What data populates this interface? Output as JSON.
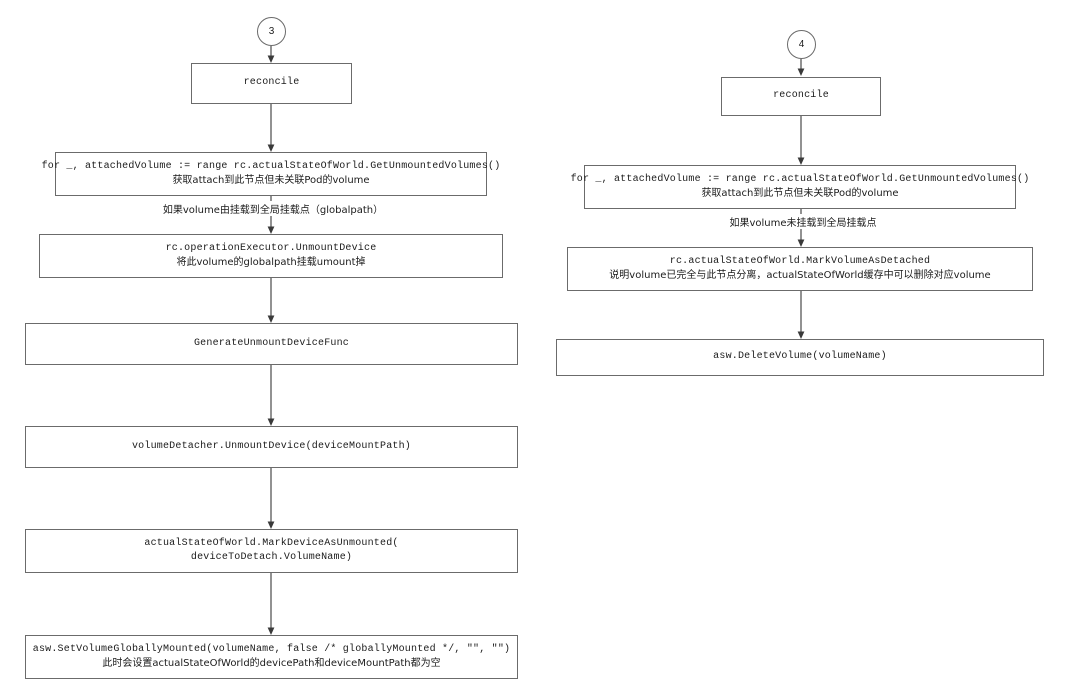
{
  "diagram": {
    "title": "Kubernetes kubelet volume reconcile flow (unmount / detach paths)",
    "stroke_color": "#6b6b6b",
    "arrow_color": "#3a3a3a",
    "background": "#ffffff"
  },
  "columns": [
    {
      "id": "column-3",
      "marker": "3",
      "nodes": [
        {
          "id": "reconcile-3",
          "lines": [
            {
              "text": "reconcile",
              "script": "mono"
            }
          ]
        },
        {
          "id": "for-range-3",
          "lines": [
            {
              "text": "for _, attachedVolume := range rc.actualStateOfWorld.GetUnmountedVolumes()",
              "script": "mono"
            },
            {
              "text": "获取attach到此节点但未关联Pod的volume",
              "script": "cjk"
            }
          ]
        },
        {
          "id": "unmount-device-3",
          "lines": [
            {
              "text": "rc.operationExecutor.UnmountDevice",
              "script": "mono"
            },
            {
              "text": "将此volume的globalpath挂载umount掉",
              "script": "cjk"
            }
          ]
        },
        {
          "id": "generate-unmount-device-func",
          "lines": [
            {
              "text": "GenerateUnmountDeviceFunc",
              "script": "mono"
            }
          ]
        },
        {
          "id": "volume-detacher-unmount-device",
          "lines": [
            {
              "text": "volumeDetacher.UnmountDevice(deviceMountPath)",
              "script": "mono"
            }
          ]
        },
        {
          "id": "mark-device-as-unmounted",
          "lines": [
            {
              "text": "actualStateOfWorld.MarkDeviceAsUnmounted(",
              "script": "mono"
            },
            {
              "text": "deviceToDetach.VolumeName)",
              "script": "mono"
            }
          ]
        },
        {
          "id": "set-volume-globally-mounted",
          "lines": [
            {
              "text": "asw.SetVolumeGloballyMounted(volumeName, false /* globallyMounted */, \"\", \"\")",
              "script": "mono"
            },
            {
              "text": "此时会设置actualStateOfWorld的devicePath和deviceMountPath都为空",
              "script": "cjk"
            }
          ]
        }
      ],
      "edge_labels": [
        {
          "id": "edge-label-3",
          "text": "如果volume由挂载到全局挂载点（globalpath）"
        }
      ]
    },
    {
      "id": "column-4",
      "marker": "4",
      "nodes": [
        {
          "id": "reconcile-4",
          "lines": [
            {
              "text": "reconcile",
              "script": "mono"
            }
          ]
        },
        {
          "id": "for-range-4",
          "lines": [
            {
              "text": "for _, attachedVolume := range rc.actualStateOfWorld.GetUnmountedVolumes()",
              "script": "mono"
            },
            {
              "text": "获取attach到此节点但未关联Pod的volume",
              "script": "cjk"
            }
          ]
        },
        {
          "id": "mark-volume-as-detached",
          "lines": [
            {
              "text": "rc.actualStateOfWorld.MarkVolumeAsDetached",
              "script": "mono"
            },
            {
              "text": "说明volume已完全与此节点分离，actualStateOfWorld缓存中可以删除对应volume",
              "script": "cjk"
            }
          ]
        },
        {
          "id": "delete-volume",
          "lines": [
            {
              "text": "asw.DeleteVolume(volumeName)",
              "script": "mono"
            }
          ]
        }
      ],
      "edge_labels": [
        {
          "id": "edge-label-4",
          "text": "如果volume未挂载到全局挂载点"
        }
      ]
    }
  ]
}
